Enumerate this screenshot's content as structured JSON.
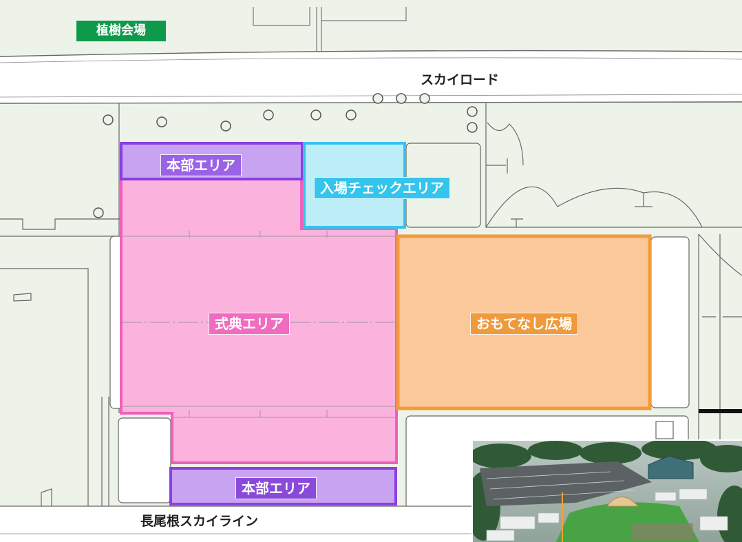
{
  "labels": {
    "planting_venue": "植樹会場",
    "sky_road": "スカイロード",
    "hq_area_top": "本部エリア",
    "entry_check_area": "入場チェックエリア",
    "ceremony_area": "式典エリア",
    "omotenashi_plaza": "おもてなし広場",
    "hq_area_bottom": "本部エリア",
    "nagaone_skyline": "長尾根スカイライン"
  },
  "colors": {
    "background": "#eef3ea",
    "road_fill": "#ffffff",
    "hq_area": "#c8a3f2",
    "hq_border": "#8a3fe0",
    "entry_area": "#bdeef8",
    "entry_border": "#36c2ec",
    "ceremony_area": "#fbb3de",
    "ceremony_border": "#ef5fbb",
    "omotenashi_area": "#fbc89a",
    "omotenashi_border": "#f39a3a",
    "planting_badge": "#0f9a4b"
  },
  "photo": {
    "description_icon": "venue-aerial-photo"
  }
}
